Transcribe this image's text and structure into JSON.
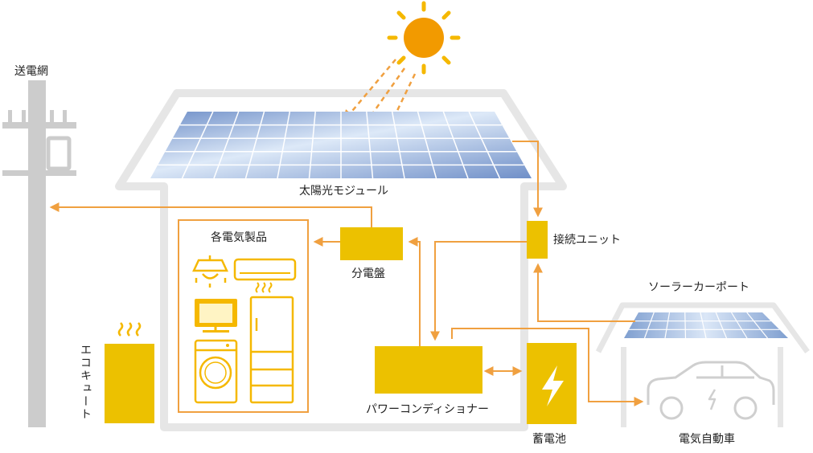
{
  "labels": {
    "grid": "送電網",
    "solar_module": "太陽光モジュール",
    "appliances": "各電気製品",
    "distribution_board": "分電盤",
    "junction_unit": "接続ユニット",
    "solar_carport": "ソーラーカーポート",
    "eco_cute": "エコキュート",
    "power_conditioner": "パワーコンディショナー",
    "storage_battery": "蓄電池",
    "electric_vehicle": "電気自動車"
  },
  "colors": {
    "flow_line": "#f0a040",
    "equipment": "#ecc100",
    "sun": "#f29a00",
    "house_outline": "#e6e6e6",
    "pole": "#cccccc",
    "panel_light": "#c9dcf3",
    "panel_dark": "#7f9fd0",
    "icon_line": "#f5b800"
  }
}
